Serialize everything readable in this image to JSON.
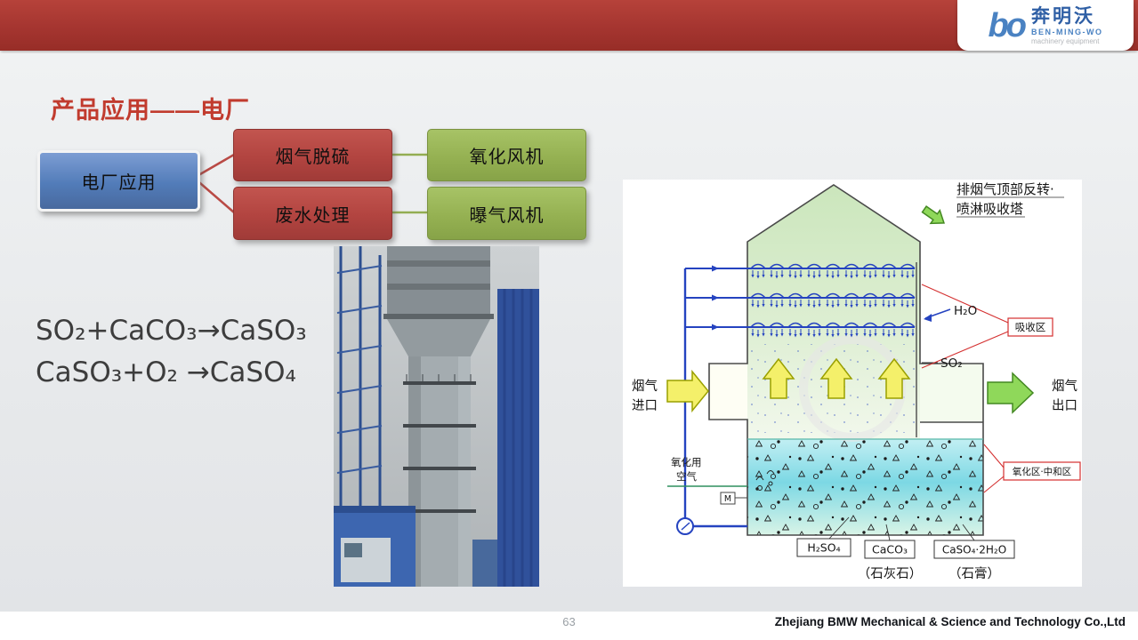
{
  "header": {
    "logo_glyph": "bo",
    "brand_cn": "奔明沃",
    "brand_en": "BEN-MING-WO",
    "brand_tagline": "machinery equipment"
  },
  "title": "产品应用——电厂",
  "flowchart": {
    "root": "电厂应用",
    "branches": [
      {
        "label": "烟气脱硫",
        "leaf": "氧化风机"
      },
      {
        "label": "废水处理",
        "leaf": "曝气风机"
      }
    ]
  },
  "formulas": {
    "line1": "SO₂+CaCO₃→CaSO₃",
    "line2": "CaSO₃+O₂ →CaSO₄"
  },
  "diagram": {
    "title_line1": "排烟气顶部反转·",
    "title_line2": "喷淋吸收塔",
    "label_h2o": "H₂O",
    "label_so2": "SO₂",
    "label_absorption_zone": "吸收区",
    "label_oxidation_zone": "氧化区·中和区",
    "inlet_line1": "烟气",
    "inlet_line2": "进口",
    "outlet_line1": "烟气",
    "outlet_line2": "出口",
    "air_line1": "氧化用",
    "air_line2": "空气",
    "motor": "M",
    "label_h2so4": "H₂SO₄",
    "label_caco3": "CaCO₃",
    "label_gypsum_formula": "CaSO₄·2H₂O",
    "label_limestone": "（石灰石）",
    "label_gypsum": "（石膏）"
  },
  "footer": {
    "page_number": "63",
    "company": "Zhejiang BMW Mechanical & Science and Technology Co.,Ltd"
  }
}
